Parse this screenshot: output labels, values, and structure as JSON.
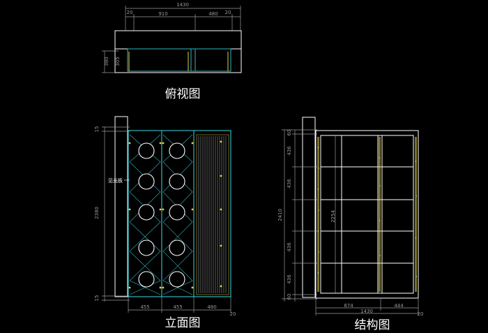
{
  "top_view": {
    "title": "俯视图",
    "dims": {
      "overall": "1430",
      "left_margin": "20",
      "left_width": "910",
      "right_width": "480",
      "right_margin": "20",
      "depth_outer": "380",
      "depth_inner": "305"
    }
  },
  "elevation": {
    "title": "立面图",
    "dims": {
      "top_gap": "15",
      "height": "2380",
      "bottom_gap": "15",
      "w1": "455",
      "w2": "455",
      "w3": "480",
      "right_end": "20"
    },
    "callout": "见光板"
  },
  "structure": {
    "title": "结构图",
    "dims": {
      "top": "60",
      "shelf1": "436",
      "shelf2": "436",
      "overall_height": "2410",
      "inner_height": "2254",
      "shelf3": "436",
      "shelf4": "436",
      "bottom": "60",
      "left_width": "874",
      "right_width": "444",
      "overall_width": "1430",
      "right_end": "20"
    }
  },
  "colors": {
    "background": "#000000",
    "outline": "#ffffff",
    "frame": "#2fb8bf",
    "dim": "#9a9a9a",
    "accent": "#e6d24a"
  }
}
